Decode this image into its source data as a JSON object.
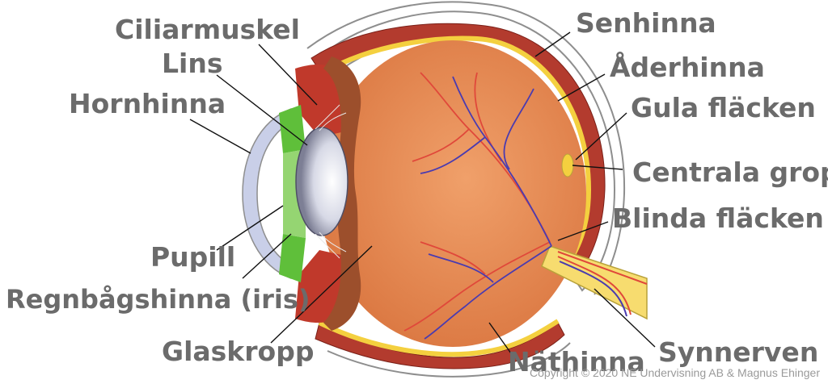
{
  "labels": {
    "ciliarmuskel": "Ciliarmuskel",
    "lins": "Lins",
    "hornhinna": "Hornhinna",
    "pupill": "Pupill",
    "regnbagshinna": "Regnbågshinna (iris)",
    "glaskropp": "Glaskropp",
    "senhinna": "Senhinna",
    "aderhinna": "Åderhinna",
    "gula_flacken": "Gula fläcken",
    "centrala_gropen": "Centrala gropen",
    "blinda_flacken": "Blinda fläcken",
    "nathinna": "Näthinna",
    "synnerven": "Synnerven"
  },
  "copyright": "Copyright © 2020 NE Undervisning AB & Magnus Ehinger",
  "colors": {
    "label_text": "#6b6b6b",
    "vitreous": "#e8874e",
    "choroid": "#c0392b",
    "retina_layer": "#f4d03f",
    "sclera": "#ffffff",
    "cornea": "#c9cfe8",
    "iris": "#5fbf3a",
    "vessel_artery": "#e0483a",
    "vessel_vein": "#4a3bb0",
    "optic_nerve": "#f7dc6f"
  }
}
